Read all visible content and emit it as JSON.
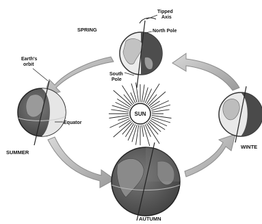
{
  "labels": {
    "spring": "SPRING",
    "summer": "SUMMER",
    "autumn": "AUTUMN",
    "winter": "WINTE",
    "sun": "SUN",
    "tipped_axis_line1": "Tipped",
    "tipped_axis_line2": "Axis",
    "north_pole": "North Pole",
    "south_pole_line1": "South",
    "south_pole_line2": "Pole",
    "earths_orbit_line1": "Earth's",
    "earths_orbit_line2": "orbit",
    "equator": "Equator"
  },
  "colors": {
    "arrow_fill": "#b9b9b9",
    "arrow_stroke": "#8c8c8c",
    "globe_dark": "#5b5b5b",
    "globe_light": "#e8e8e8",
    "land": "#bcbcbc",
    "sun_ray": "#222222"
  }
}
